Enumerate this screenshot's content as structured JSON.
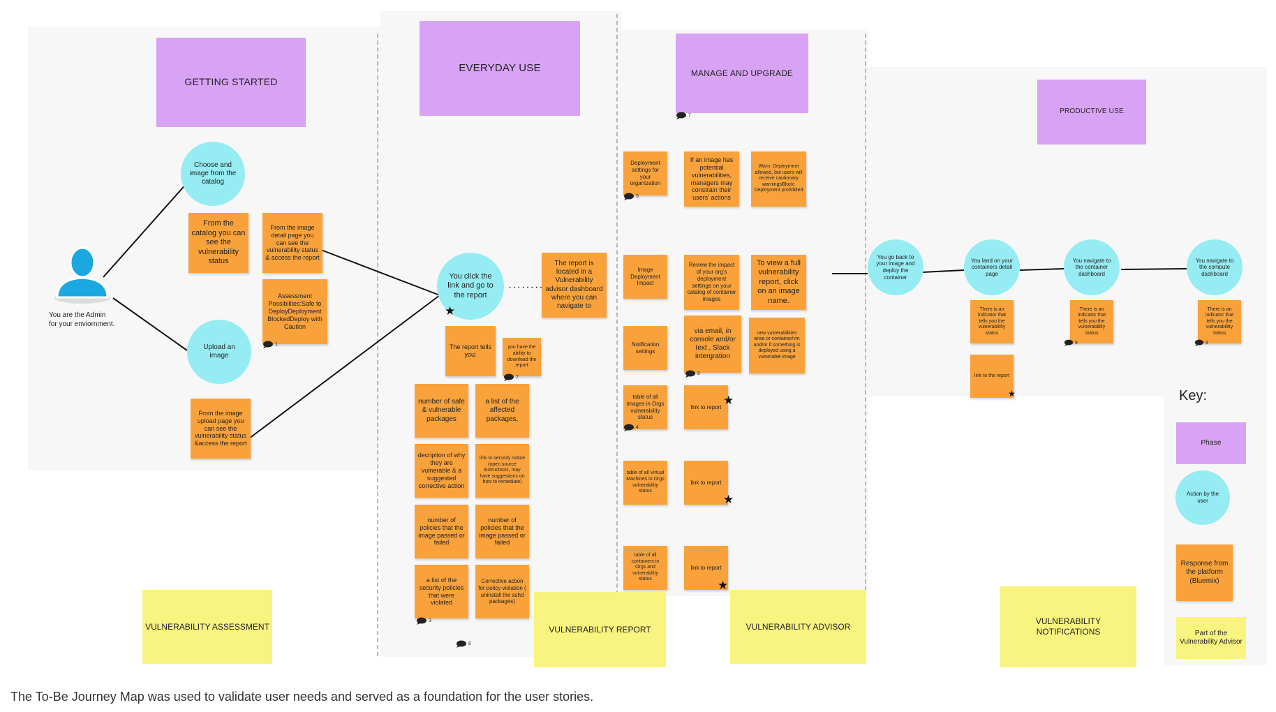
{
  "phases": {
    "getting_started": "GETTING STARTED",
    "everyday_use": "EVERYDAY USE",
    "manage_upgrade": "MANAGE AND UPGRADE",
    "productive_use": "PRODUCTIVE USE"
  },
  "user": {
    "admin_label": "You are the Admin\nfor your enviornment."
  },
  "getting_started": {
    "choose_image": "Choose and image from the catalog",
    "upload_image": "Upload an image",
    "catalog_status": "From the catalog you can see the vulnerability status",
    "detail_page": "From the image detail page you can see the vulnerability status & access the report",
    "assessment": "Assessment Possibilites:Safe to DeployDeployment BlockedDeploy with Caution",
    "upload_page": "From the image upload page you can see the vulnerability status &access the report",
    "comment_count_1": "1"
  },
  "everyday_use": {
    "click_link": "You click the link and go to the report",
    "dots": "········",
    "report_location": "The report is located in a Vulnerability advisor dashboard where you can navigate to",
    "report_tells": "The report tells you:",
    "download": "you have the ability to download the report",
    "safe_packages": "number of safe & vulnerable packages",
    "affected_packages": "a list of the affected packages,",
    "description": "decription of why they are vulnerable & a suggested corrective action",
    "security_notice": "link to security notice (open source instructions, may have suggestions on how to remediate)",
    "policies_1": "number of policies that the image passed or failed",
    "policies_2": "number of policies that the image passed or failed",
    "violated": "a list of the security policies that were violated",
    "corrective": "Corrective action for policy violation ( uninstall the sshd packages)",
    "comment_download": "2",
    "comment_violated": "3",
    "comment_bottom": "6"
  },
  "manage_upgrade": {
    "deploy_settings": "Deployment settings for your organization",
    "constrain": "If an image has potential vulnerabilities, managers may constrain their users' actions",
    "warn": "Warn: Deployment allowed, but users will receive cautionary warningsBlock: Deployment prohibited",
    "image_impact": "Image Deployment Impact",
    "review": "Review the impact of your org's deployment settings on your catalog of container images",
    "full_report": "To view a full vulnerability report, click on an image name.",
    "notify_settings": "Notification settings",
    "via_email": "via email, in console and/or text , Slack intergration",
    "new_vuln": "new vulnerabilities arise or container/vm and/or if something is deployed using a vulnerable image",
    "table_images": "table of all images in Orgs vulnerability status",
    "link_report_1": "link to report",
    "table_vms": "table of all Virtual Machines in Orgs vulnerability status",
    "link_report_2": "link to report",
    "table_containers": "table of all containers in Orgs and vulnerability status",
    "link_report_3": "link to report",
    "comment_phase": "7",
    "comment_deploy": "5",
    "comment_notify": "8",
    "comment_table": "4"
  },
  "productive_use": {
    "go_back": "You go back to your image and deploy the container",
    "land_on": "You land on your containers detail page",
    "navigate_container": "You navigate to the container dashboard",
    "navigate_compute": "You navigate to the compute dashboard",
    "indicator_1": "There is an indicator that tells you the vulnerabililty status",
    "link_report": "link to the report",
    "indicator_2": "There is an indicator that tells you the vulnerabililty status",
    "indicator_3": "There is an indicator that tells you the vulnerabililty status",
    "comment_a": "9",
    "comment_b": "9"
  },
  "sections": {
    "assessment": "VULNERABILITY ASSESSMENT",
    "report": "VULNERABILITY REPORT",
    "advisor": "VULNERABILITY ADVISOR",
    "notifications": "VULNERABILITY NOTIFICATIONS"
  },
  "key": {
    "title": "Key:",
    "phase": "Phase",
    "action": "Action by the user",
    "response": "Response from the platform (Bluemix)",
    "part_of": "Part of the Vulnerability Advisor"
  },
  "colors": {
    "phase": "#d9a3f5",
    "action": "#96ecf3",
    "response": "#f9a23b",
    "section": "#f9f37f"
  },
  "caption": "The To-Be Journey Map was used to validate user needs and served as a foundation for the user stories."
}
